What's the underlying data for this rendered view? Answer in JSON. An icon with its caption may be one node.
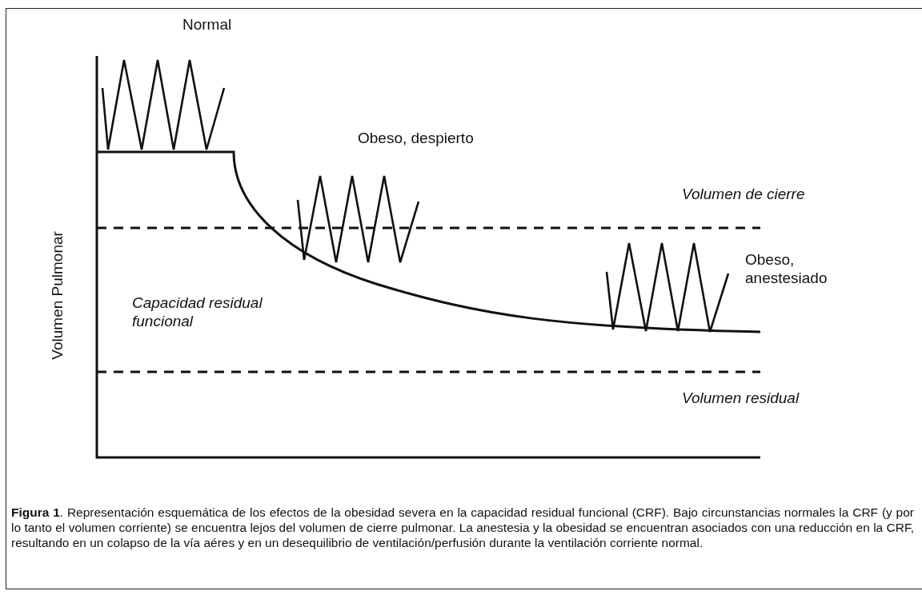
{
  "diagram": {
    "caption": "**Figura 1**. Representación esquemática de los efectos de la obesidad severa en la capacidad residual funcional (CRF). Bajo circunstancias normales la CRF (y por lo tanto el volumen corriente) se encuentra lejos del volumen de cierre pulmonar. La anestesia y la obesidad se encuentran asociados con una reducción en la CRF, resultando en un colapso de la vía aéres y en un desequilibrio de ventilación/perfusión durante la ventilación corriente normal.",
    "labels": [
      "Normal",
      "Obeso, despierto",
      "Volumen de cierre",
      "Volumen Pulmonar",
      "Obeso, anestesiado",
      "Capacidad residual funcional",
      "Volumen residual"
    ]
  }
}
